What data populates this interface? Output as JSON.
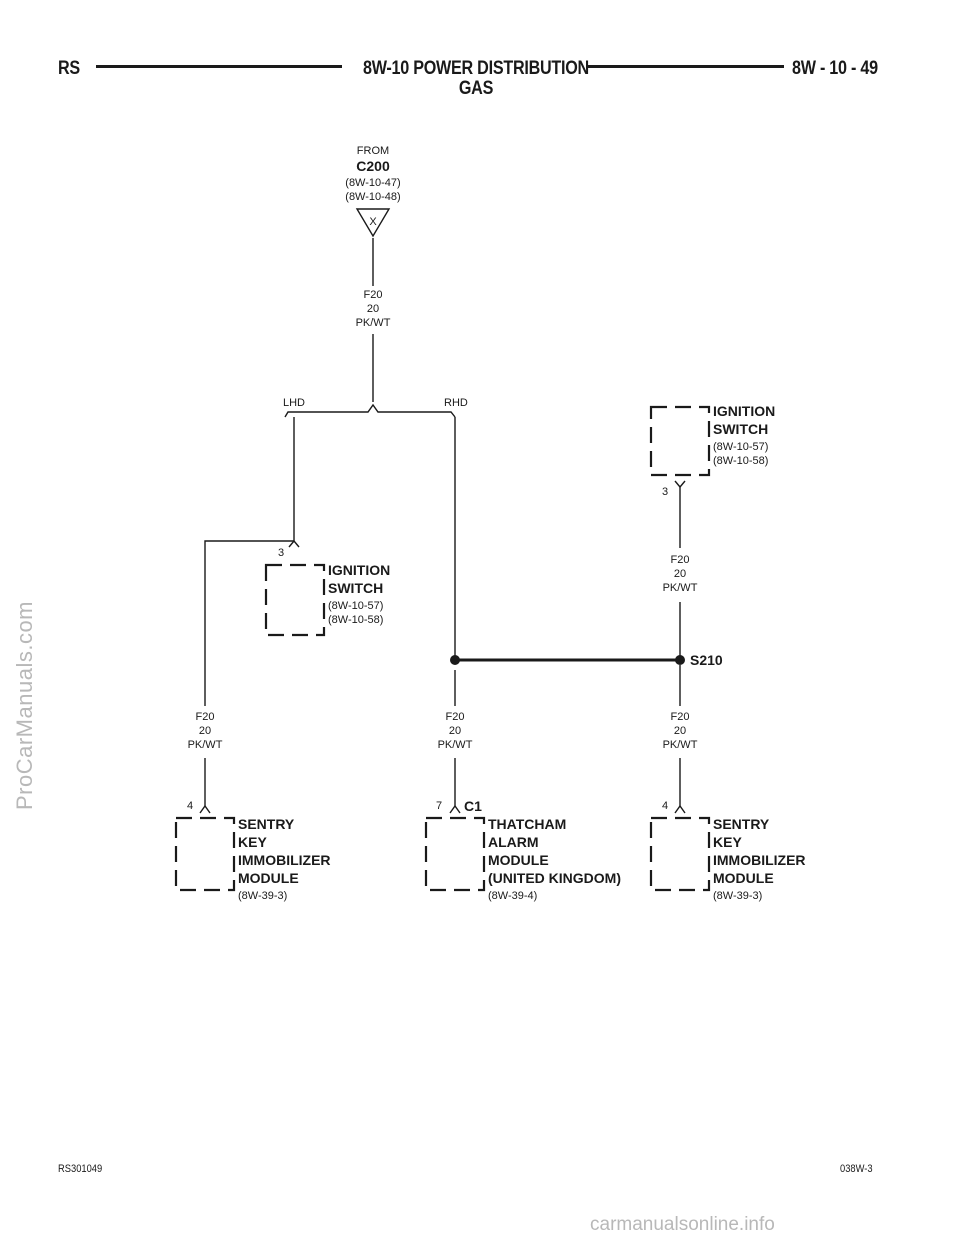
{
  "header": {
    "left": "RS",
    "title_line1": "8W-10 POWER DISTRIBUTION",
    "title_line2": "GAS",
    "right": "8W - 10 - 49"
  },
  "source": {
    "label": "FROM",
    "connector": "C200",
    "ref1": "(8W-10-47)",
    "ref2": "(8W-10-48)",
    "symbol": "X"
  },
  "wires": {
    "top": {
      "circuit": "F20",
      "gauge": "20",
      "color": "PK/WT"
    },
    "right_upper": {
      "circuit": "F20",
      "gauge": "20",
      "color": "PK/WT"
    },
    "left_lower": {
      "circuit": "F20",
      "gauge": "20",
      "color": "PK/WT"
    },
    "center_lower": {
      "circuit": "F20",
      "gauge": "20",
      "color": "PK/WT"
    },
    "right_lower": {
      "circuit": "F20",
      "gauge": "20",
      "color": "PK/WT"
    }
  },
  "branch": {
    "left": "LHD",
    "right": "RHD"
  },
  "splice": {
    "label": "S210"
  },
  "components": {
    "ignition_switch_right": {
      "line1": "IGNITION",
      "line2": "SWITCH",
      "ref1": "(8W-10-57)",
      "ref2": "(8W-10-58)",
      "pin": "3"
    },
    "ignition_switch_left": {
      "line1": "IGNITION",
      "line2": "SWITCH",
      "ref1": "(8W-10-57)",
      "ref2": "(8W-10-58)",
      "pin": "3"
    },
    "skim_left": {
      "line1": "SENTRY",
      "line2": "KEY",
      "line3": "IMMOBILIZER",
      "line4": "MODULE",
      "ref": "(8W-39-3)",
      "pin": "4"
    },
    "thatcham": {
      "line1": "THATCHAM",
      "line2": "ALARM",
      "line3": "MODULE",
      "line4": "(UNITED KINGDOM)",
      "ref": "(8W-39-4)",
      "pin": "7",
      "connector": "C1"
    },
    "skim_right": {
      "line1": "SENTRY",
      "line2": "KEY",
      "line3": "IMMOBILIZER",
      "line4": "MODULE",
      "ref": "(8W-39-3)",
      "pin": "4"
    }
  },
  "footer": {
    "left": "RS301049",
    "right": "038W-3"
  },
  "watermarks": {
    "side": "ProCarManuals.com",
    "bottom": "carmanualsonline.info"
  }
}
